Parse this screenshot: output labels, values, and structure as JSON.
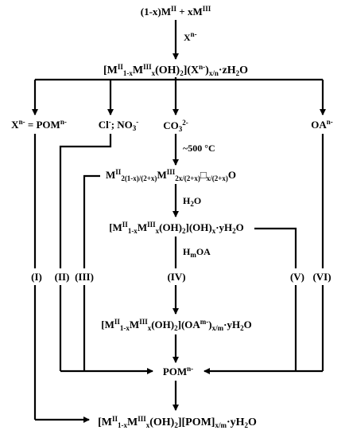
{
  "diagram": {
    "reaction": {
      "title": "(1-x)M<sup>II</sup> + xM<sup>III</sup>"
    },
    "steps": {
      "xn": "X<sup>n-</sup>",
      "calcination": "~500 °C",
      "rehydration": "H<sub>2</sub>O",
      "acid": "H<sub>m</sub>OA"
    },
    "ldh": {
      "parent": "[M<sup>II</sup><sub>1-x</sub>M<sup>III</sup><sub>x</sub>(OH)<sub>2</sub>](X<sup>n-</sup>)<sub>x/n</sub>·zH<sub>2</sub>O",
      "oxide": "M<sup>II</sup><sub>2(1-x)/(2+x)</sub>M<sup>III</sup><sub>2x/(2+x)</sub>□<sub>x/(2+x)</sub>O",
      "hydroxide": "[M<sup>II</sup><sub>1-x</sub>M<sup>III</sup><sub>x</sub>(OH)<sub>2</sub>](OH)<sub>x</sub>·yH<sub>2</sub>O",
      "oa": "[M<sup>II</sup><sub>1-x</sub>M<sup>III</sup><sub>x</sub>(OH)<sub>2</sub>](OA<sup>m-</sup>)<sub>x/m</sub>·yH<sub>2</sub>O",
      "product": "[M<sup>II</sup><sub>1-x</sub>M<sup>III</sup><sub>x</sub>(OH)<sub>2</sub>][POM]<sub>x/m</sub>·yH<sub>2</sub>O"
    },
    "anions": {
      "pom_branch": "X<sup>n-</sup> = POM<sup>n-</sup>",
      "cl_no3": "Cl<sup>-</sup>; NO<sub>3</sub><sup>-</sup>",
      "co3": "CO<sub>3</sub><sup>2-</sup>",
      "oa": "OA<sup>n-</sup>",
      "pom_node": "POM<sup>n-</sup>"
    },
    "routes": [
      "(I)",
      "(II)",
      "(III)",
      "(IV)",
      "(V)",
      "(VI)"
    ]
  }
}
